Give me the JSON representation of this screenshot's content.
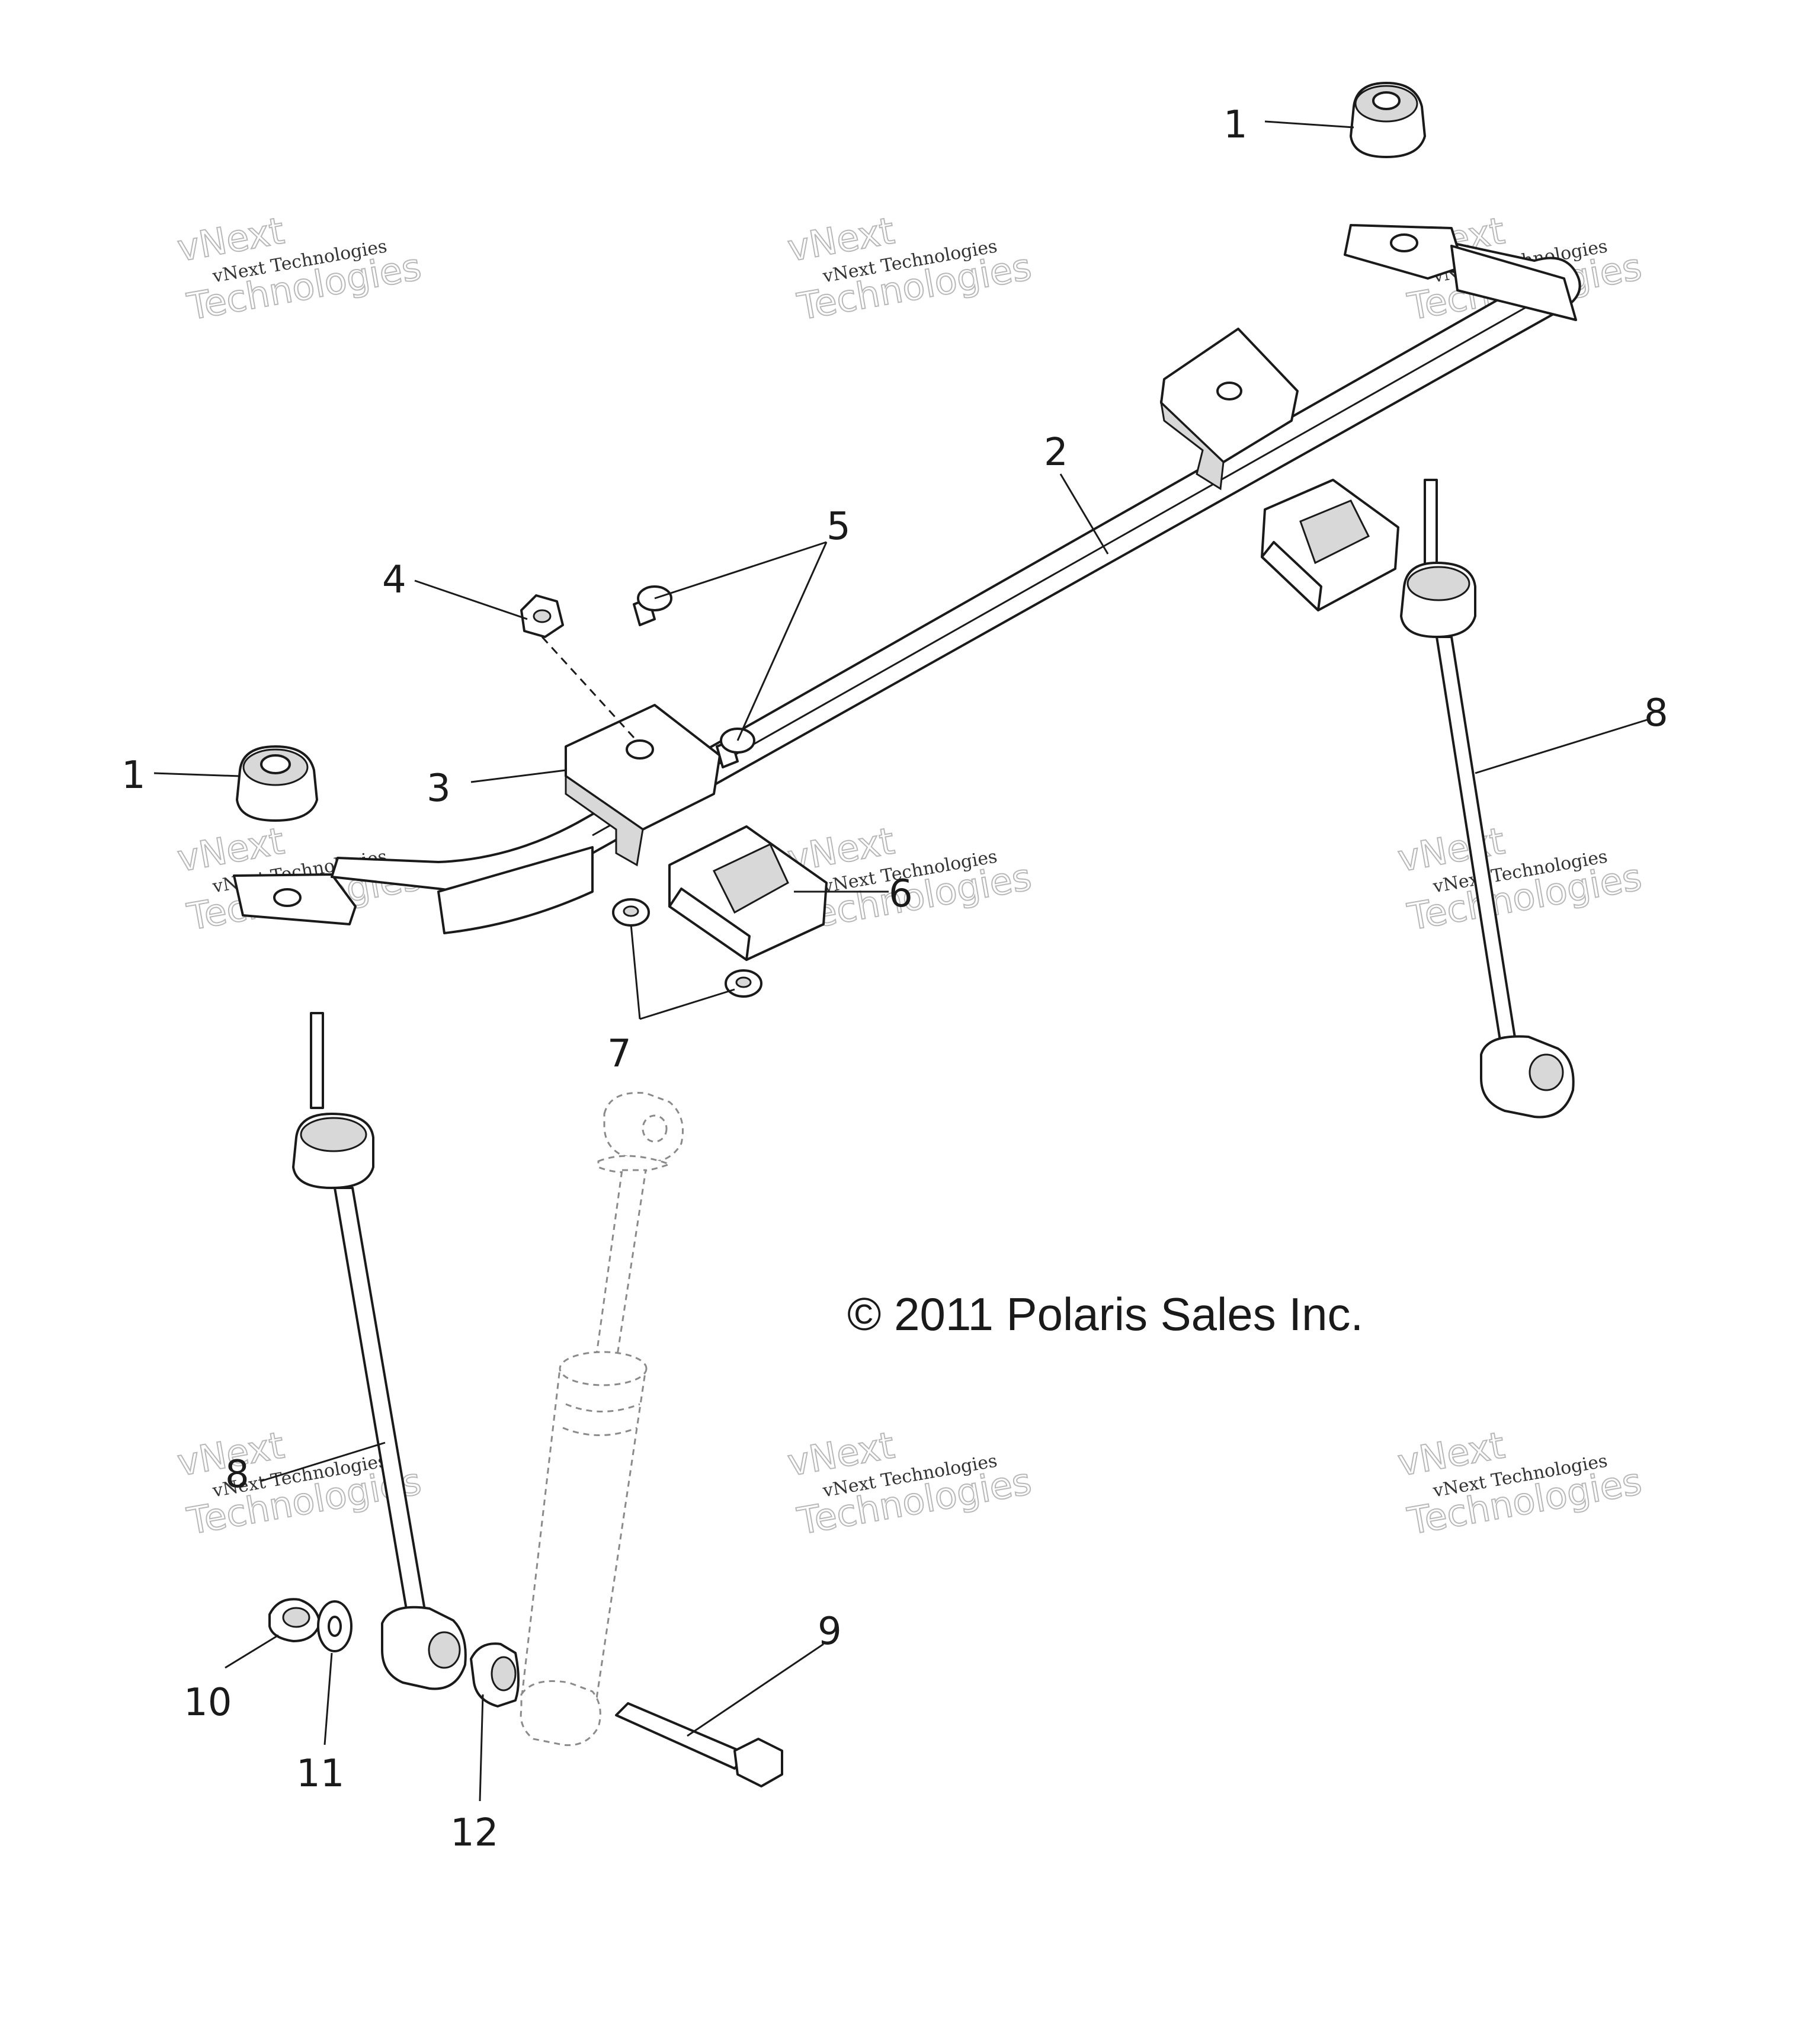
{
  "callouts": {
    "c1a": "1",
    "c1b": "1",
    "c2": "2",
    "c3": "3",
    "c4": "4",
    "c5": "5",
    "c6": "6",
    "c7": "7",
    "c8a": "8",
    "c8b": "8",
    "c9": "9",
    "c10": "10",
    "c11": "11",
    "c12": "12"
  },
  "copyright": "© 2011 Polaris Sales Inc.",
  "watermark": {
    "brand": "vNext",
    "line1": "vNext Technologies",
    "line2": "Technologies"
  }
}
